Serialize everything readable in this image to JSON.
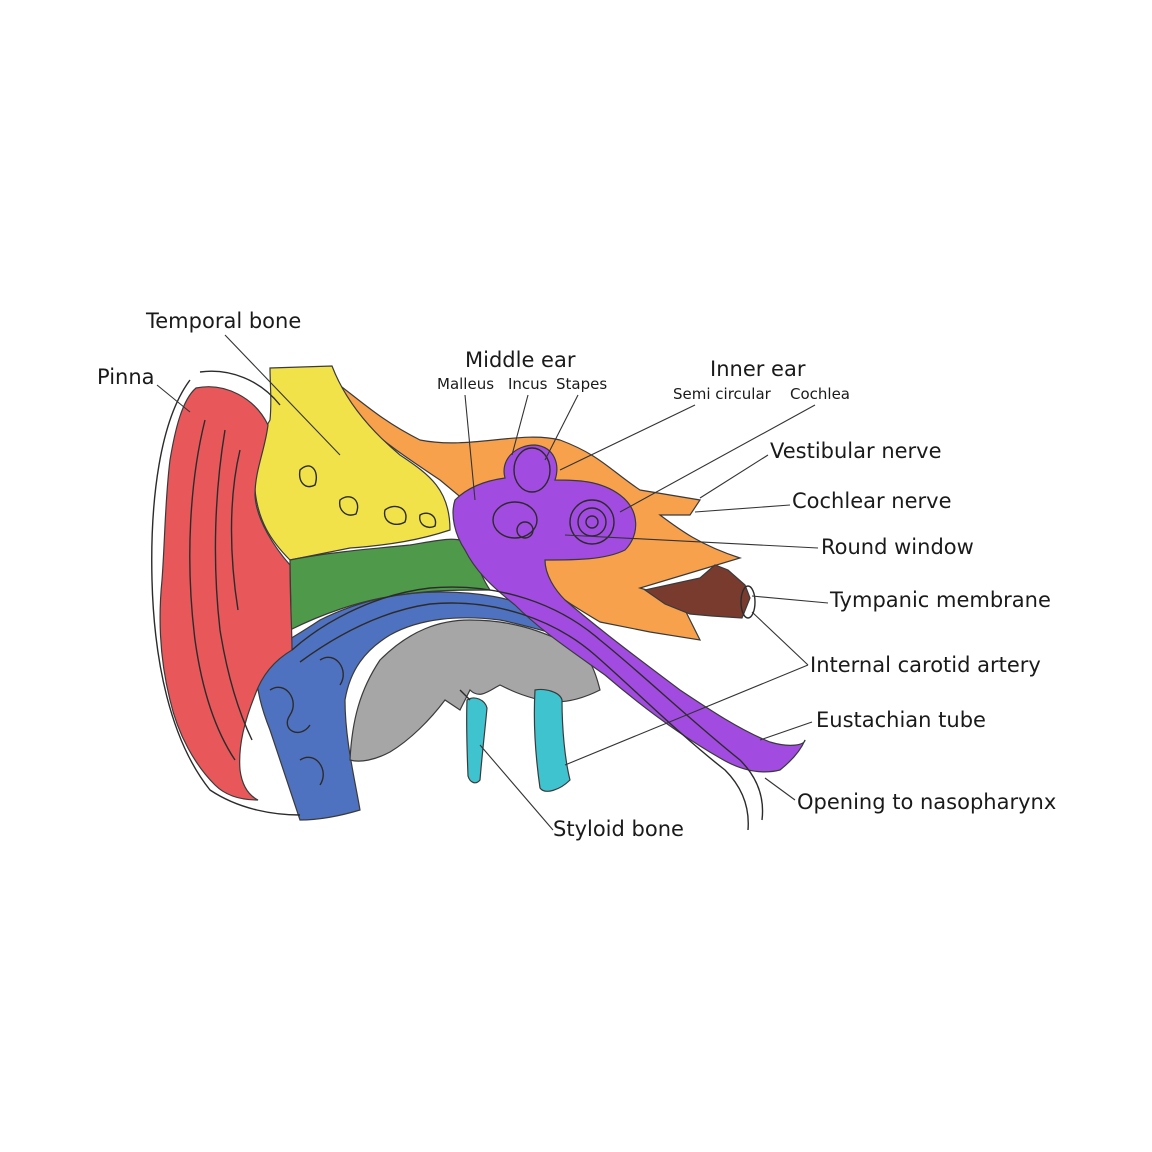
{
  "labels": {
    "temporal_bone": "Temporal bone",
    "pinna": "Pinna",
    "middle_ear": "Middle ear",
    "malleus": "Malleus",
    "incus": "Incus",
    "stapes": "Stapes",
    "inner_ear": "Inner ear",
    "semi_circular": "Semi circular",
    "cochlea": "Cochlea",
    "vestibular_nerve": "Vestibular nerve",
    "cochlear_nerve": "Cochlear nerve",
    "round_window": "Round window",
    "tympanic_membrane": "Tympanic membrane",
    "internal_carotid_artery": "Internal carotid artery",
    "eustachian_tube": "Eustachian tube",
    "opening_to_nasopharynx": "Opening to nasopharynx",
    "styloid_bone": "Styloid bone"
  },
  "colors": {
    "pinna": "#e8585a",
    "temporal_bone": "#f2e24a",
    "green_region": "#4f9a4a",
    "blue_region": "#4f72c0",
    "gray_region": "#a6a6a6",
    "purple_region": "#a24be0",
    "orange_region": "#f7a14c",
    "canal": "#7a3b2f",
    "styloid": "#3fc3cf"
  }
}
